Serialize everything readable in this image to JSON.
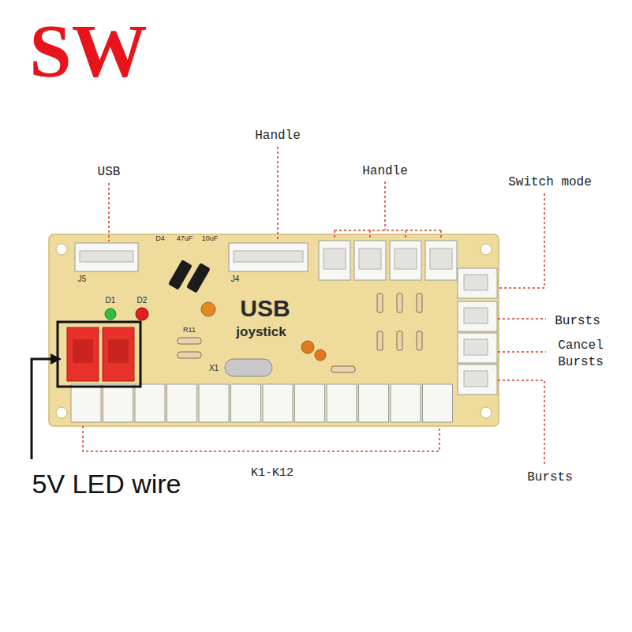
{
  "diagram": {
    "labels": [
      "SW",
      "USB",
      "Handle",
      "Handle",
      "Switch mode",
      "Bursts",
      "Cancel Bursts",
      "Bursts",
      "K1-K12",
      "5V LED wire",
      "J5",
      "D4",
      "47uF",
      "10uF",
      "J4",
      "D1",
      "D2",
      "USB",
      "joystick",
      "R11",
      "X1"
    ]
  }
}
